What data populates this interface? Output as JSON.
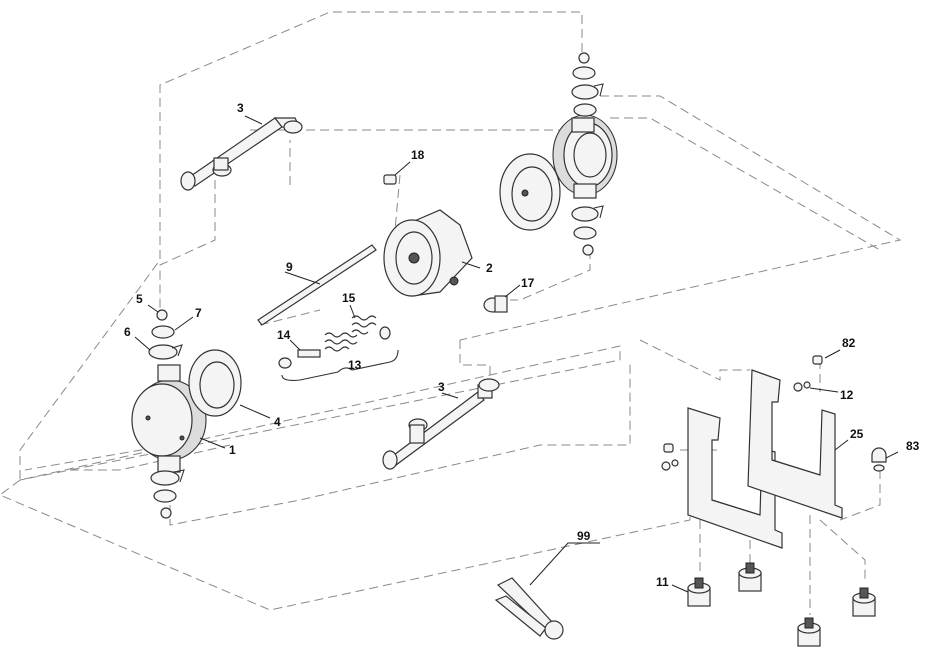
{
  "callouts": {
    "c1": "1",
    "c2": "2",
    "c3a": "3",
    "c3b": "3",
    "c4": "4",
    "c5": "5",
    "c6": "6",
    "c7": "7",
    "c9": "9",
    "c11": "11",
    "c12": "12",
    "c13": "13",
    "c14": "14",
    "c15": "15",
    "c17": "17",
    "c18": "18",
    "c25": "25",
    "c82": "82",
    "c83": "83",
    "c99": "99"
  }
}
